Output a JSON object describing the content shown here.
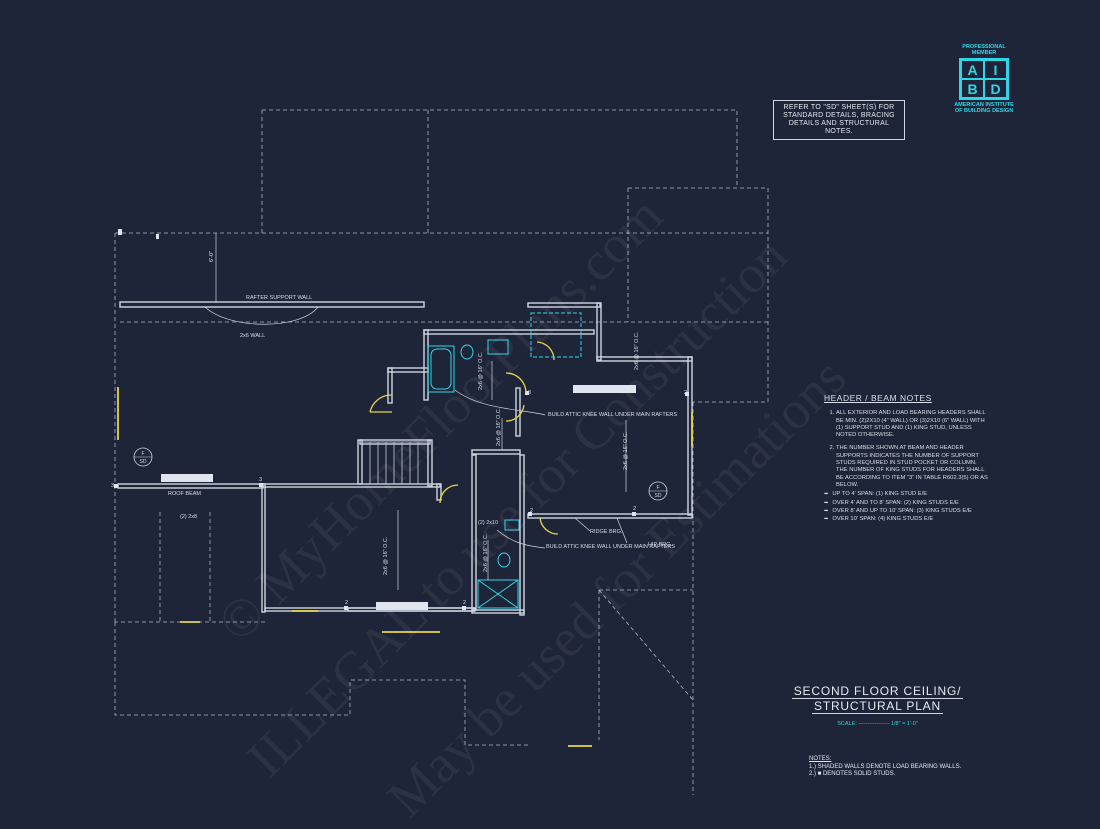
{
  "reference_note": "REFER TO \"SD\" SHEET(S) FOR STANDARD DETAILS, BRACING DETAILS AND STRUCTURAL NOTES.",
  "logo": {
    "top_text": "PROFESSIONAL MEMBER",
    "letters": [
      "A",
      "I",
      "B",
      "D"
    ],
    "bottom_text": "AMERICAN INSTITUTE OF BUILDING DESIGN"
  },
  "header_beam_notes": {
    "heading": "HEADER / BEAM NOTES",
    "items": [
      "ALL EXTERIOR AND LOAD BEARING HEADERS SHALL BE MIN. (2)2x10 (4\" WALL) OR (3)2x10 (6\" WALL) WITH (1) SUPPORT STUD AND (1) KING STUD, UNLESS NOTED OTHERWISE.",
      "THE NUMBER SHOWN AT BEAM AND HEADER SUPPORTS INDICATES THE NUMBER OF SUPPORT STUDS REQUIRED IN STUD POCKET OR COLUMN. THE NUMBER OF KING STUDS FOR HEADERS SHALL BE ACCORDING TO ITEM \"3\" IN TABLE R602.3(5) OR AS BELOW."
    ],
    "sub_items": [
      "UP TO 4' SPAN: (1) KING STUD E/E",
      "OVER 4' AND TO 8' SPAN: (2) KING STUDS E/E",
      "OVER 8' AND UP TO 10' SPAN: (3) KING STUDS E/E",
      "OVER 10' SPAN: (4) KING STUDS E/E"
    ]
  },
  "title": {
    "line1": "SECOND FLOOR CEILING/",
    "line2": "STRUCTURAL PLAN",
    "scale": "SCALE: ----------------- 1/8\" = 1'-0\""
  },
  "notes": {
    "heading": "NOTES:",
    "items": [
      "1.) SHADED WALLS DENOTE LOAD BEARING WALLS.",
      "2.) ■ DENOTES SOLID STUDS."
    ]
  },
  "plan_labels": {
    "rafter_support_wall": "RAFTER SUPPORT WALL",
    "two_by_six_wall": "2x6 WALL",
    "dim_6_0": "6'-0\"",
    "roof_beam": "ROOF BEAM",
    "two_2x8": "(2) 2x8",
    "two_2x10": "(2) 2x10",
    "knee_wall_1": "BUILD ATTIC KNEE WALL UNDER MAIN RAFTERS",
    "knee_wall_2": "BUILD ATTIC KNEE WALL UNDER MAIN RAFTERS",
    "ridge_brg": "RIDGE BRG.",
    "hip_brg": "HIP BRG.",
    "joist_a": "2x6 @ 16\" O.C.",
    "joist_b": "2x6 @ 16\" O.C.",
    "joist_c": "2x6 @ 16\" O.C.",
    "joist_d": "2x6 @ 16\" O.C.",
    "joist_e": "2x6 @ 16\" O.C.",
    "joist_f": "2x6 @ 16\" O.C.",
    "joist_g": "2x6 @ 16\" O.C.",
    "support_2": "2",
    "support_3": "3",
    "sd_tag_top": "F",
    "sd_tag_bottom": "SD"
  },
  "watermarks": [
    "© MyHomeFloorPlans.com",
    "ILLEGAL to use for Construction",
    "May be used for Estimations"
  ]
}
